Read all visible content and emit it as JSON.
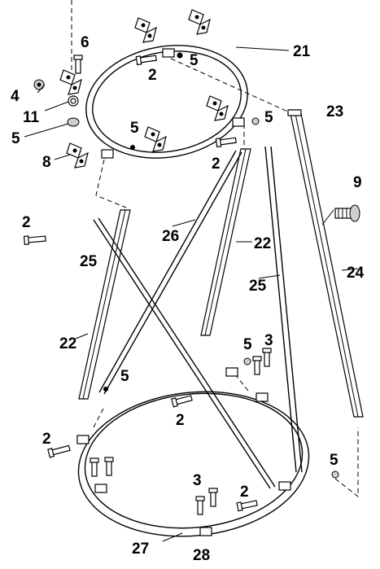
{
  "diagram": {
    "callouts": [
      {
        "id": "c6",
        "text": "6"
      },
      {
        "id": "c4",
        "text": "4"
      },
      {
        "id": "c11",
        "text": "11"
      },
      {
        "id": "c5a",
        "text": "5"
      },
      {
        "id": "c8",
        "text": "8"
      },
      {
        "id": "c2a",
        "text": "2"
      },
      {
        "id": "c5b",
        "text": "5"
      },
      {
        "id": "c21",
        "text": "21"
      },
      {
        "id": "c5c",
        "text": "5"
      },
      {
        "id": "c23",
        "text": "23"
      },
      {
        "id": "c5d",
        "text": "5"
      },
      {
        "id": "c2b",
        "text": "2"
      },
      {
        "id": "c9",
        "text": "9"
      },
      {
        "id": "c2c",
        "text": "2"
      },
      {
        "id": "c26",
        "text": "26"
      },
      {
        "id": "c22a",
        "text": "22"
      },
      {
        "id": "c25a",
        "text": "25"
      },
      {
        "id": "c25b",
        "text": "25"
      },
      {
        "id": "c24",
        "text": "24"
      },
      {
        "id": "c22b",
        "text": "22"
      },
      {
        "id": "c5e",
        "text": "5"
      },
      {
        "id": "c3a",
        "text": "3"
      },
      {
        "id": "c5f",
        "text": "5"
      },
      {
        "id": "c2d",
        "text": "2"
      },
      {
        "id": "c2e",
        "text": "2"
      },
      {
        "id": "c5g",
        "text": "5"
      },
      {
        "id": "c3b",
        "text": "3"
      },
      {
        "id": "c2f",
        "text": "2"
      },
      {
        "id": "c27",
        "text": "27"
      },
      {
        "id": "c28",
        "text": "28"
      }
    ]
  }
}
